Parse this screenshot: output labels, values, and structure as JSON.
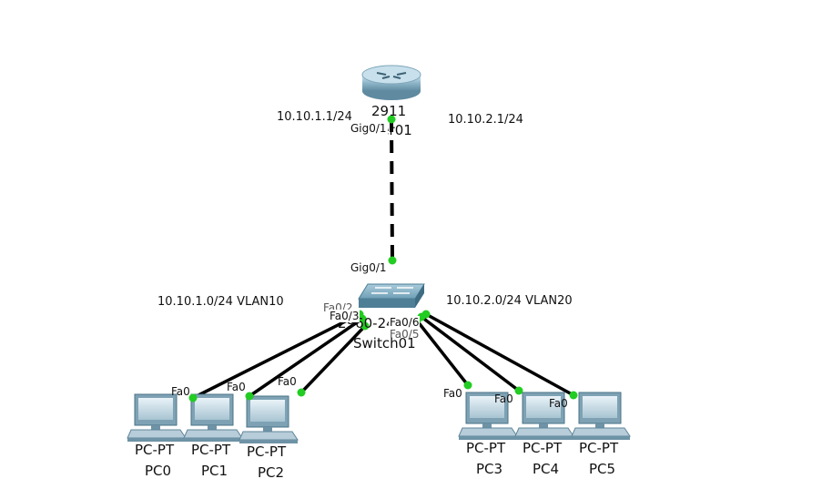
{
  "router": {
    "model": "2911",
    "name": "Router01"
  },
  "switch": {
    "model": "2960-24TT",
    "name": "Switch01"
  },
  "network_labels": {
    "vlan10_gateway": "10.10.1.1/24",
    "vlan20_gateway": "10.10.2.1/24",
    "vlan10_net": "10.10.1.0/24   VLAN10",
    "vlan20_net": "10.10.2.0/24   VLAN20"
  },
  "ports": {
    "router_gig": "Gig0/1",
    "switch_gig": "Gig0/1",
    "switch_fa_left_partial": "Fa0/2",
    "switch_fa3": "Fa0/3",
    "switch_fa6": "Fa0/6",
    "switch_fa5_partial": "Fa0/5",
    "pc_fa": "Fa0"
  },
  "pcs": [
    {
      "type": "PC-PT",
      "name": "PC0"
    },
    {
      "type": "PC-PT",
      "name": "PC1"
    },
    {
      "type": "PC-PT",
      "name": "PC2"
    },
    {
      "type": "PC-PT",
      "name": "PC3"
    },
    {
      "type": "PC-PT",
      "name": "PC4"
    },
    {
      "type": "PC-PT",
      "name": "PC5"
    }
  ],
  "colors": {
    "link": "#000000",
    "port_dot": "#22cc22",
    "router_body": "#8fb6c9",
    "switch_body": "#6f9fb6",
    "pc_body": "#9fb9c7"
  }
}
